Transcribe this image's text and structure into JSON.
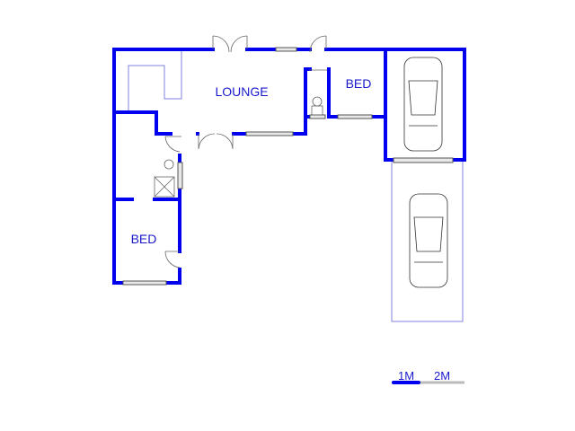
{
  "rooms": {
    "lounge": "LOUNGE",
    "bed_top": "BED",
    "bed_bottom": "BED"
  },
  "scale_bar": {
    "label_1": "1M",
    "label_2": "2M",
    "color_primary": "#0000ee",
    "color_secondary": "#bbbbbb"
  },
  "colors": {
    "wall": "#0000ee"
  }
}
